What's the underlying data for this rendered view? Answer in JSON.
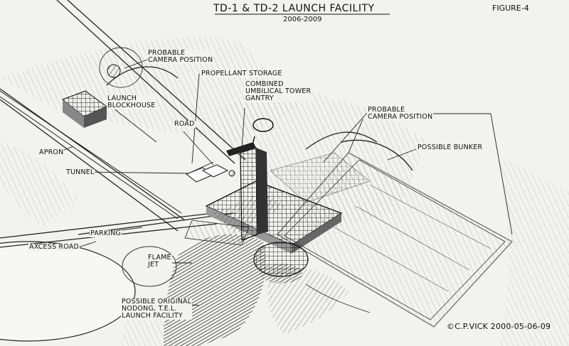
{
  "title": "TD-1 & TD-2 LAUNCH FACILITY",
  "years": "2006-2009",
  "figure_label": "FIGURE-4",
  "credit": "©C.P.VICK 2000-05-06-09",
  "labels": {
    "probable_camera_1": [
      "PROBABLE",
      "CAMERA POSITION"
    ],
    "propellant_storage": "PROPELLANT STORAGE",
    "launch_blockhouse": [
      "LAUNCH",
      "BLOCKHOUSE"
    ],
    "combined_tower": [
      "COMBINED",
      "UMBILICAL TOWER",
      "GANTRY"
    ],
    "probable_camera_2": [
      "PROBABLE",
      "CAMERA POSITION"
    ],
    "road": "ROAD",
    "possible_bunker": "POSSIBLE BUNKER",
    "apron": "APRON",
    "tunnel": "TUNNEL",
    "parking": "PARKING",
    "axcess_road": "AXCESS ROAD",
    "flame_jet": [
      "FLAME",
      "JET"
    ],
    "possible_original": [
      "POSSIBLE ORIGINAL",
      "NODONG, T.E.L.",
      "LAUNCH FACILITY"
    ]
  }
}
